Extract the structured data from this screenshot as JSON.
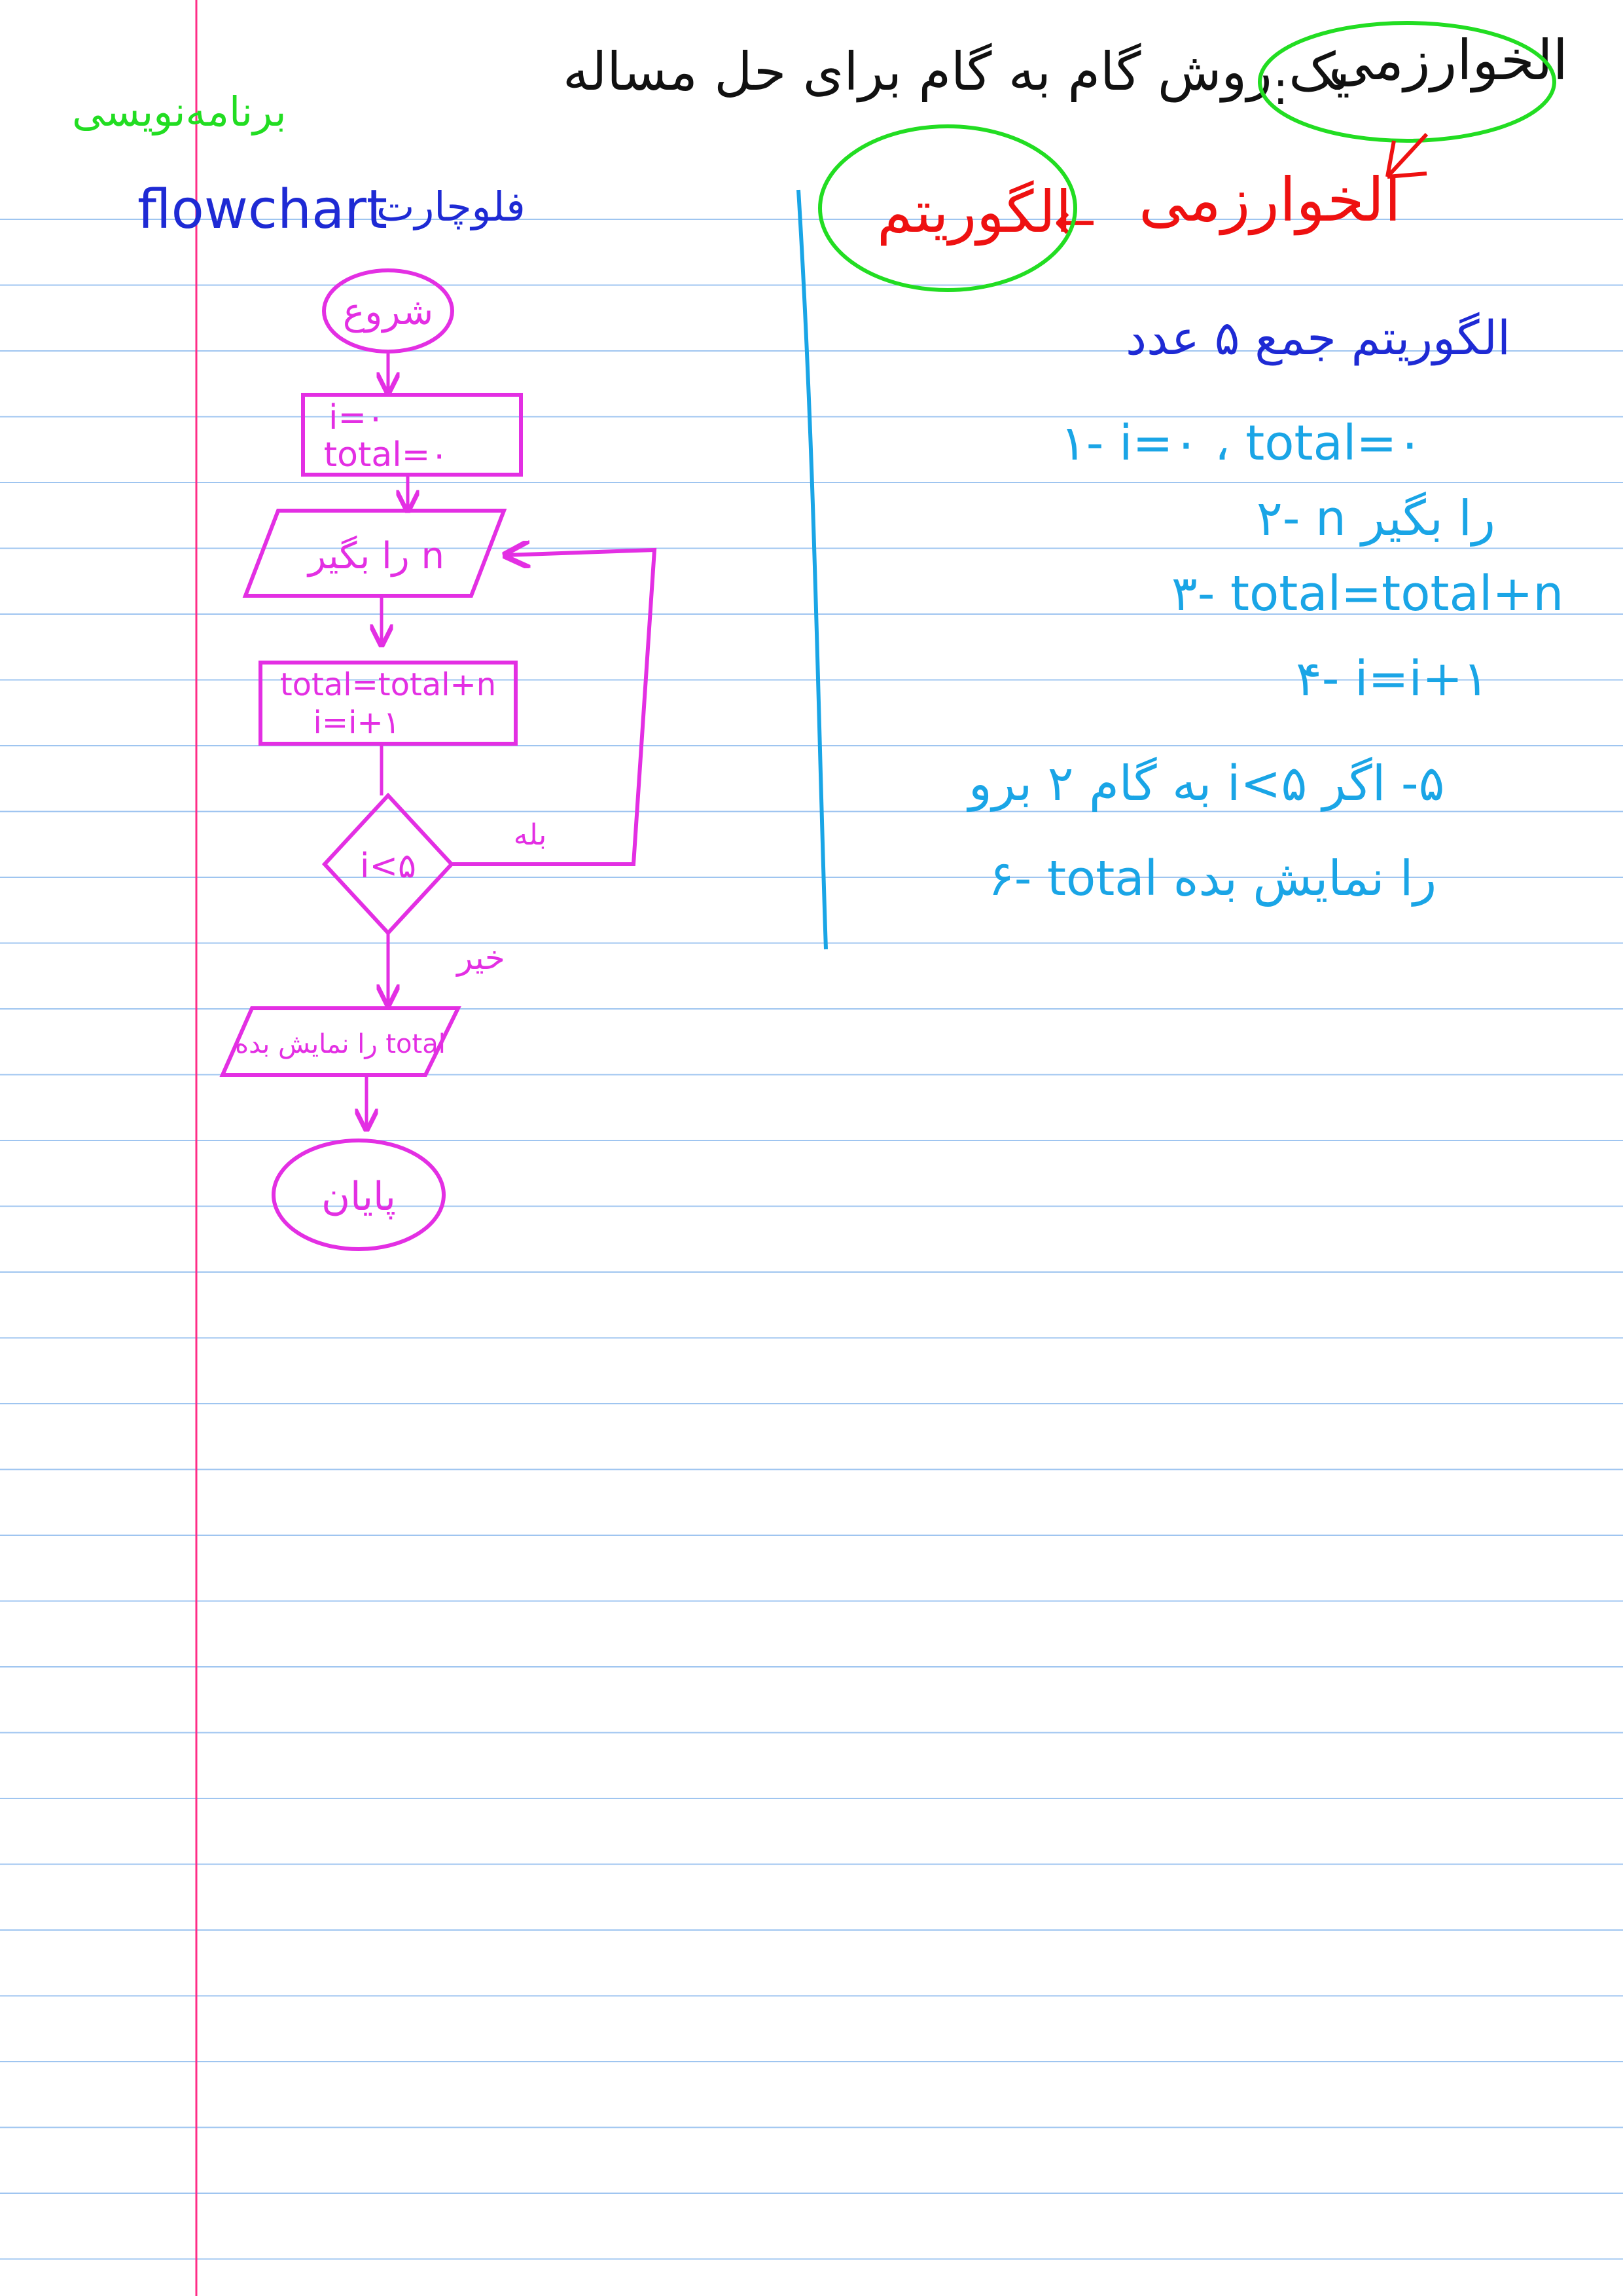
{
  "colors": {
    "paper": "#ffffff",
    "rule_line": "#9fc5f0",
    "margin_line": "#ff2d87",
    "ink_black": "#111111",
    "ink_green": "#22dd22",
    "ink_red": "#ee1111",
    "ink_blue": "#1e2ad4",
    "ink_magenta": "#e32fe3",
    "ink_cyan": "#1aa5e6"
  },
  "header": {
    "term": "الخوارزمی",
    "colon": ":",
    "definition": "یک روش گام به گام برای حل مساله"
  },
  "sidebar_note": "برنامه‌نویسی",
  "flowchart_title": {
    "latin": "flowchart",
    "persian": "فلوچارت"
  },
  "etymology": {
    "origin": "الخوارزمی",
    "arrow": "←",
    "result": "الگوریتم"
  },
  "algorithm": {
    "heading": "الگوریتم جمع ۵ عدد",
    "steps": [
      "۱- i=۰ ، total=۰",
      "۲- n را بگیر",
      "۳- total=total+n",
      "۴- i=i+۱",
      "۵- اگر i<۵ به گام ۲ برو",
      "۶- total را نمایش بده"
    ]
  },
  "flowchart": {
    "start": "شروع",
    "init_line1": "i=۰",
    "init_line2": "total=۰",
    "input": "n را بگیر",
    "process_line1": "total=total+n",
    "process_line2": "i=i+۱",
    "decision": "i<۵",
    "yes_label": "بله",
    "no_label": "خیر",
    "output": "total را نمایش بده",
    "end": "پایان"
  }
}
